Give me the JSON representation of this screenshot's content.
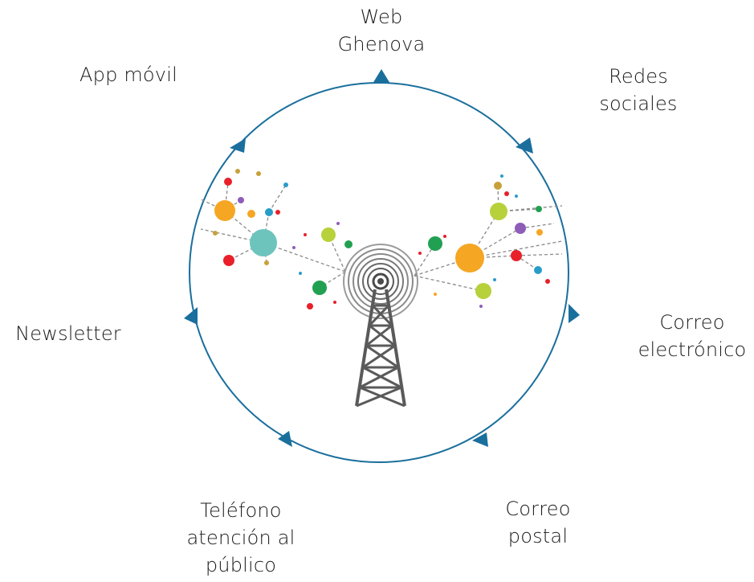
{
  "channels": {
    "web": [
      "Web",
      "Ghenova"
    ],
    "app": [
      "App móvil"
    ],
    "redes": [
      "Redes",
      "sociales"
    ],
    "newsletter": [
      "Newsletter"
    ],
    "correo_electronico": [
      "Correo",
      "electrónico"
    ],
    "telefono": [
      "Teléfono",
      "atención al",
      "público"
    ],
    "correo_postal": [
      "Correo",
      "postal"
    ]
  },
  "colors": {
    "ring": "#1a6f9c",
    "arrow": "#1a6f9c",
    "tower": "#5a5a5a",
    "nodes": [
      "#f5a623",
      "#e8202a",
      "#6cc4bd",
      "#b7d13b",
      "#22a052",
      "#8e5db8",
      "#2a9cc8",
      "#c8a03a"
    ]
  },
  "center_graphic": "broadcast-tower-network-icon"
}
